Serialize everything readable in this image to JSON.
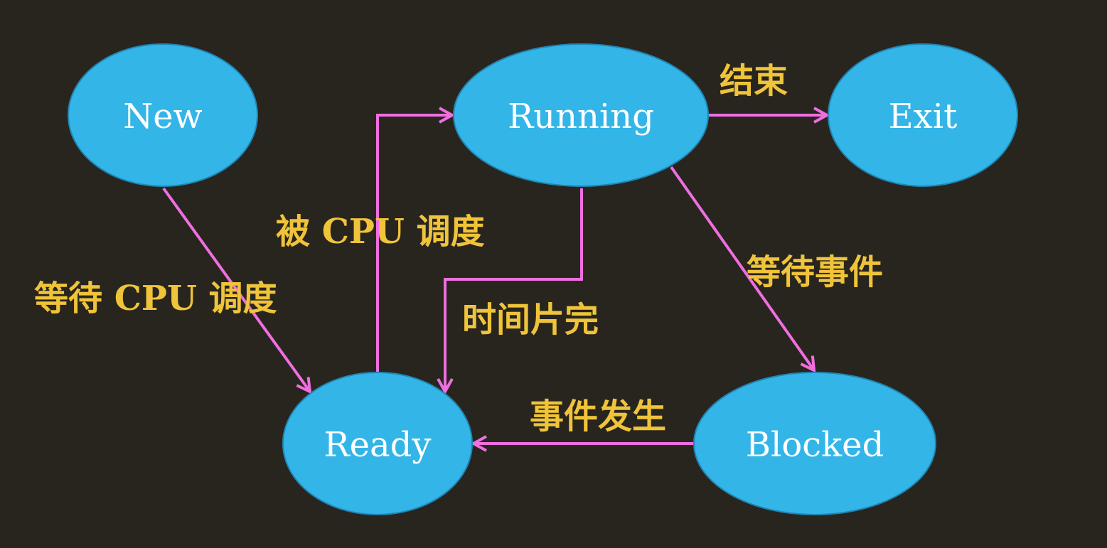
{
  "colors": {
    "background": "#28251f",
    "state_fill": "#33b5e8",
    "state_text": "#ffffff",
    "arrow": "#ef6ee0",
    "label": "#f0c43a"
  },
  "states": {
    "new": "New",
    "running": "Running",
    "exit": "Exit",
    "ready": "Ready",
    "blocked": "Blocked"
  },
  "transitions": {
    "new_to_ready": "等待 CPU 调度",
    "ready_to_running": "被 CPU 调度",
    "running_to_ready": "时间片完",
    "running_to_exit": "结束",
    "running_to_blocked": "等待事件",
    "blocked_to_ready": "事件发生"
  }
}
